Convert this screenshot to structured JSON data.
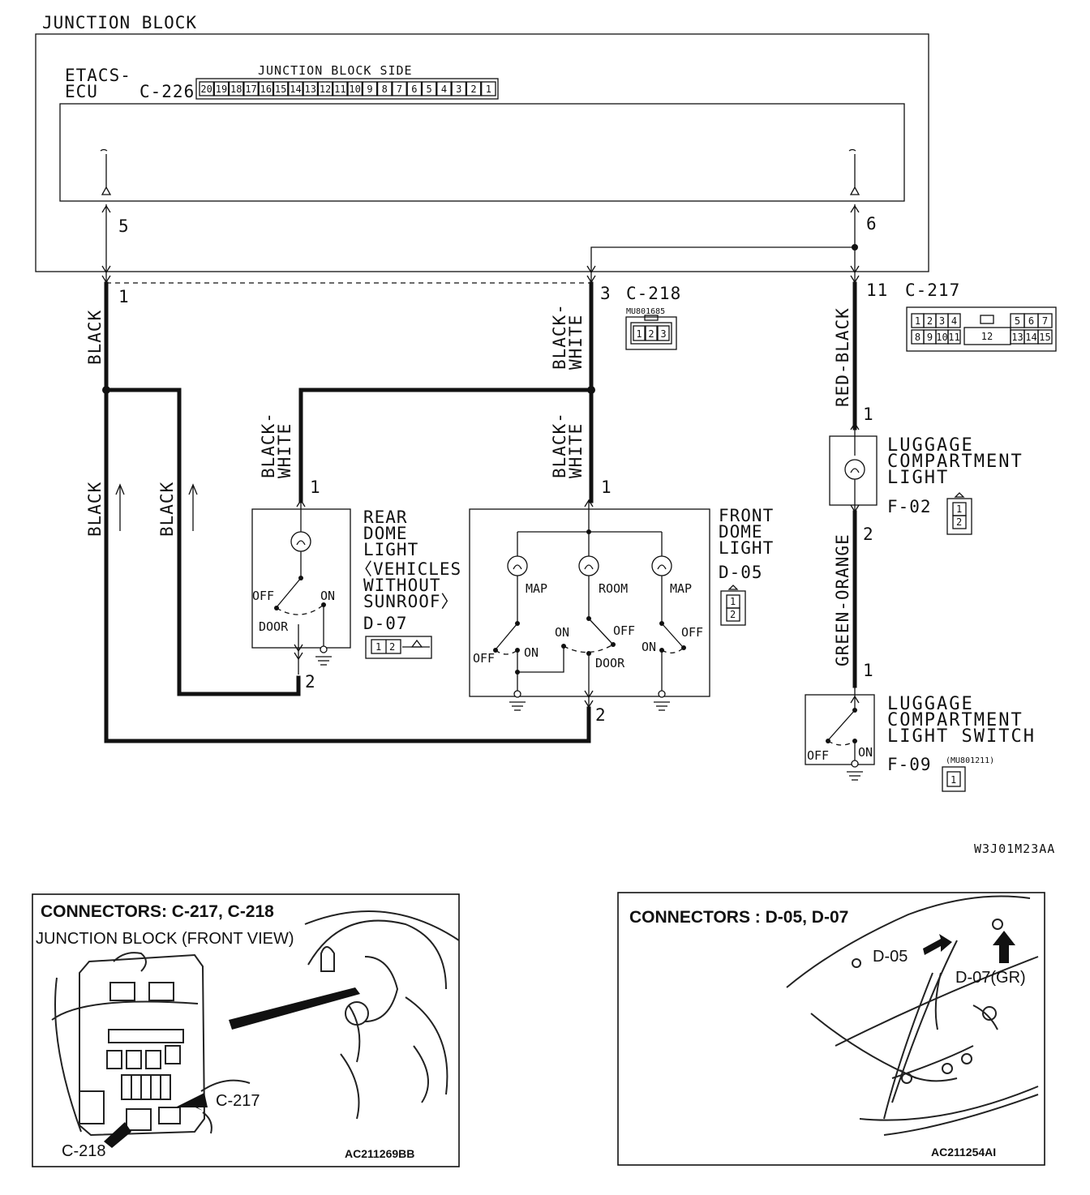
{
  "junction_block": {
    "title": "JUNCTION BLOCK",
    "ecu_line1": "ETACS-",
    "ecu_line2": "ECU",
    "connector": "C-226",
    "side_label": "JUNCTION BLOCK SIDE",
    "pins": [
      "20",
      "19",
      "18",
      "17",
      "16",
      "15",
      "14",
      "13",
      "12",
      "11",
      "10",
      "9",
      "8",
      "7",
      "6",
      "5",
      "4",
      "3",
      "2",
      "1"
    ],
    "pin_left": "5",
    "pin_right": "6"
  },
  "c218": {
    "label": "C-218",
    "part": "MU801685",
    "pin_top": "3",
    "pin_left": "1",
    "pins": [
      "1",
      "2",
      "3"
    ]
  },
  "c217": {
    "label": "C-217",
    "pin": "11",
    "pins_top": [
      "1",
      "2",
      "3",
      "4",
      "5",
      "6",
      "7"
    ],
    "pins_bottom": [
      "8",
      "9",
      "10",
      "11",
      "13",
      "14",
      "15"
    ],
    "pin_center": "12"
  },
  "wires": {
    "black_1": "BLACK",
    "black_2": "BLACK",
    "black_3": "BLACK",
    "bw_1_line1": "BLACK-",
    "bw_1_line2": "WHITE",
    "bw_2_line1": "BLACK-",
    "bw_2_line2": "WHITE",
    "bw_3_line1": "BLACK-",
    "bw_3_line2": "WHITE",
    "red_black": "RED-BLACK",
    "green_orange": "GREEN-ORANGE"
  },
  "rear_dome": {
    "lines": [
      "REAR",
      "DOME",
      "LIGHT",
      "〈VEHICLES",
      "WITHOUT",
      "SUNROOF〉"
    ],
    "connector": "D-07",
    "pin_top": "1",
    "pin_bottom": "2",
    "off": "OFF",
    "on": "ON",
    "door": "DOOR",
    "conn_pins": [
      "1",
      "2"
    ]
  },
  "front_dome": {
    "lines": [
      "FRONT",
      "DOME",
      "LIGHT"
    ],
    "connector": "D-05",
    "pin_top": "1",
    "pin_bottom": "2",
    "map_left": "MAP",
    "room": "ROOM",
    "map_right": "MAP",
    "off_left": "OFF",
    "on_left": "ON",
    "on_mid": "ON",
    "off_mid": "OFF",
    "door": "DOOR",
    "on_right": "ON",
    "off_right": "OFF",
    "conn_pins": [
      "1",
      "2"
    ]
  },
  "luggage_light": {
    "lines": [
      "LUGGAGE",
      "COMPARTMENT",
      "LIGHT"
    ],
    "connector": "F-02",
    "pin_top": "1",
    "pin_bottom": "2",
    "conn_pins": [
      "1",
      "2"
    ]
  },
  "luggage_switch": {
    "lines": [
      "LUGGAGE",
      "COMPARTMENT",
      "LIGHT SWITCH"
    ],
    "connector": "F-09",
    "part": "(MU801211)",
    "pin_top": "1",
    "off": "OFF",
    "on": "ON",
    "conn_pin": "1"
  },
  "figure_code": "W3J01M23AA",
  "panel_left": {
    "title": "CONNECTORS: C-217, C-218",
    "subtitle": "JUNCTION BLOCK (FRONT VIEW)",
    "callout_c217": "C-217",
    "callout_c218": "C-218",
    "code": "AC211269BB"
  },
  "panel_right": {
    "title": "CONNECTORS : D-05, D-07",
    "callout_d05": "D-05",
    "callout_d07": "D-07(GR)",
    "code": "AC211254AI"
  }
}
